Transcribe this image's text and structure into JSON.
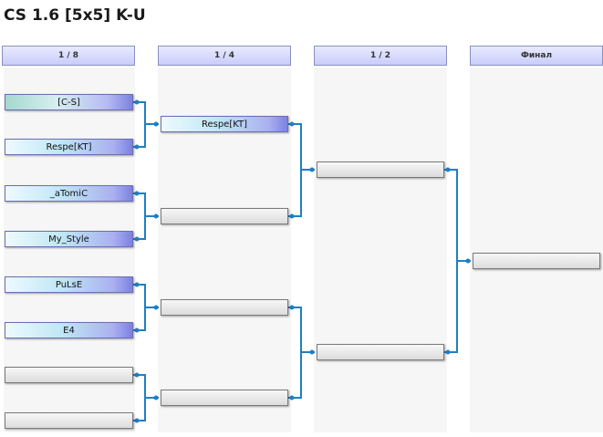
{
  "title": "CS 1.6 [5x5] K-U",
  "rounds": [
    {
      "label": "1 / 8"
    },
    {
      "label": "1 / 4"
    },
    {
      "label": "1 / 2"
    },
    {
      "label": "Финал"
    }
  ],
  "r16": [
    "[C-S]",
    "Respe[KT]",
    "_aTomiC",
    "My_Style",
    "PuLsE",
    "E4",
    "",
    ""
  ],
  "qf": [
    "Respe[KT]",
    "",
    "",
    ""
  ],
  "sf": [
    "",
    ""
  ],
  "final": [
    ""
  ],
  "colors": {
    "connector": "#1f7fc4",
    "header_border": "#8a8fc0"
  }
}
